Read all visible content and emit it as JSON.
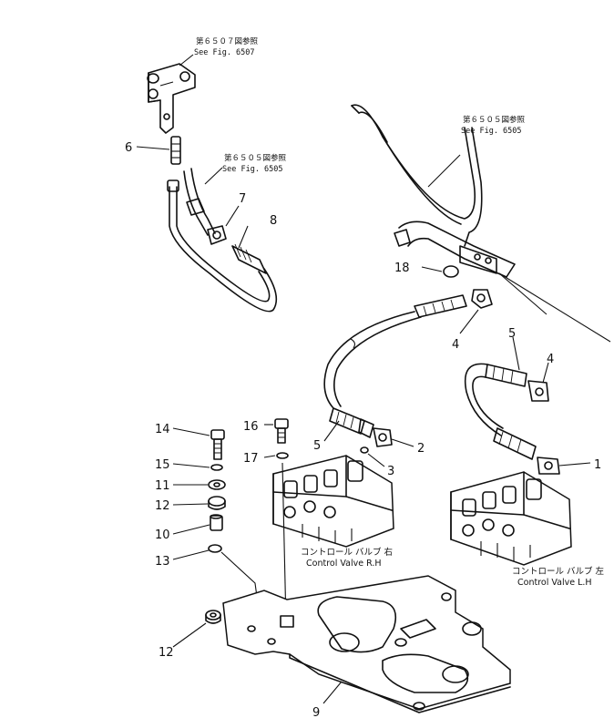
{
  "references": {
    "fig6507_jp": "第６５０７図参照",
    "fig6507_en": "See Fig. 6507",
    "fig6505_upper_jp": "第６５０５図参照",
    "fig6505_upper_en": "See Fig. 6505",
    "fig6505_left_jp": "第６５０５図参照",
    "fig6505_left_en": "See Fig. 6505"
  },
  "captions": {
    "valve_rh_jp": "コントロール バルブ 右",
    "valve_rh_en": "Control Valve R.H",
    "valve_lh_jp": "コントロール バルブ 左",
    "valve_lh_en": "Control Valve L.H"
  },
  "callouts": {
    "c1": "1",
    "c2": "2",
    "c3": "3",
    "c4a": "4",
    "c4b": "4",
    "c5a": "5",
    "c5b": "5",
    "c6": "6",
    "c7": "7",
    "c8": "8",
    "c9": "9",
    "c10": "10",
    "c11": "11",
    "c12a": "12",
    "c12b": "12",
    "c13": "13",
    "c14": "14",
    "c15": "15",
    "c16": "16",
    "c17": "17",
    "c18": "18"
  }
}
